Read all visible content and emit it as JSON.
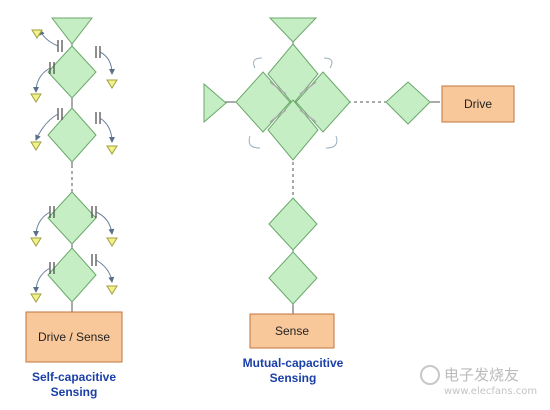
{
  "left": {
    "box_label": "Drive / Sense",
    "caption_line1": "Self-capacitive",
    "caption_line2": "Sensing"
  },
  "right": {
    "drive_label": "Drive",
    "sense_label": "Sense",
    "caption_line1": "Mutual-capacitive",
    "caption_line2": "Sensing"
  },
  "watermark": {
    "title": "电子发烧友",
    "url": "www.elecfans.com"
  },
  "colors": {
    "electrode_fill": "#c5eec5",
    "electrode_stroke": "#6aa86a",
    "box_fill": "#f9c89a",
    "box_stroke": "#c0763e",
    "ground_fill": "#f2f28a",
    "ground_stroke": "#a0a040",
    "caption": "#1a3fa6",
    "line": "#555555"
  }
}
